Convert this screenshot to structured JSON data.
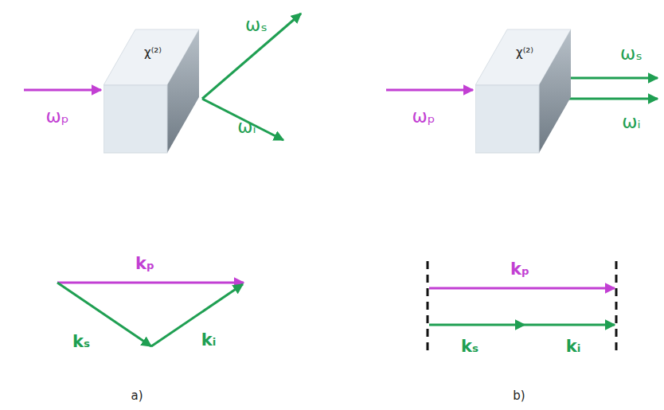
{
  "diagram": {
    "nodes": [
      {
        "text": [
          "χ⁽²⁾"
        ]
      },
      {
        "text": [
          "χ⁽²⁾"
        ]
      }
    ],
    "labels": [
      "ωₚ",
      "ωₛ",
      "ωᵢ",
      "ωₚ",
      "ωₛ",
      "ωᵢ",
      "kₚ",
      "kₛ",
      "kᵢ",
      "kₚ",
      "kₛ",
      "kᵢ",
      "a)",
      "b)"
    ]
  }
}
